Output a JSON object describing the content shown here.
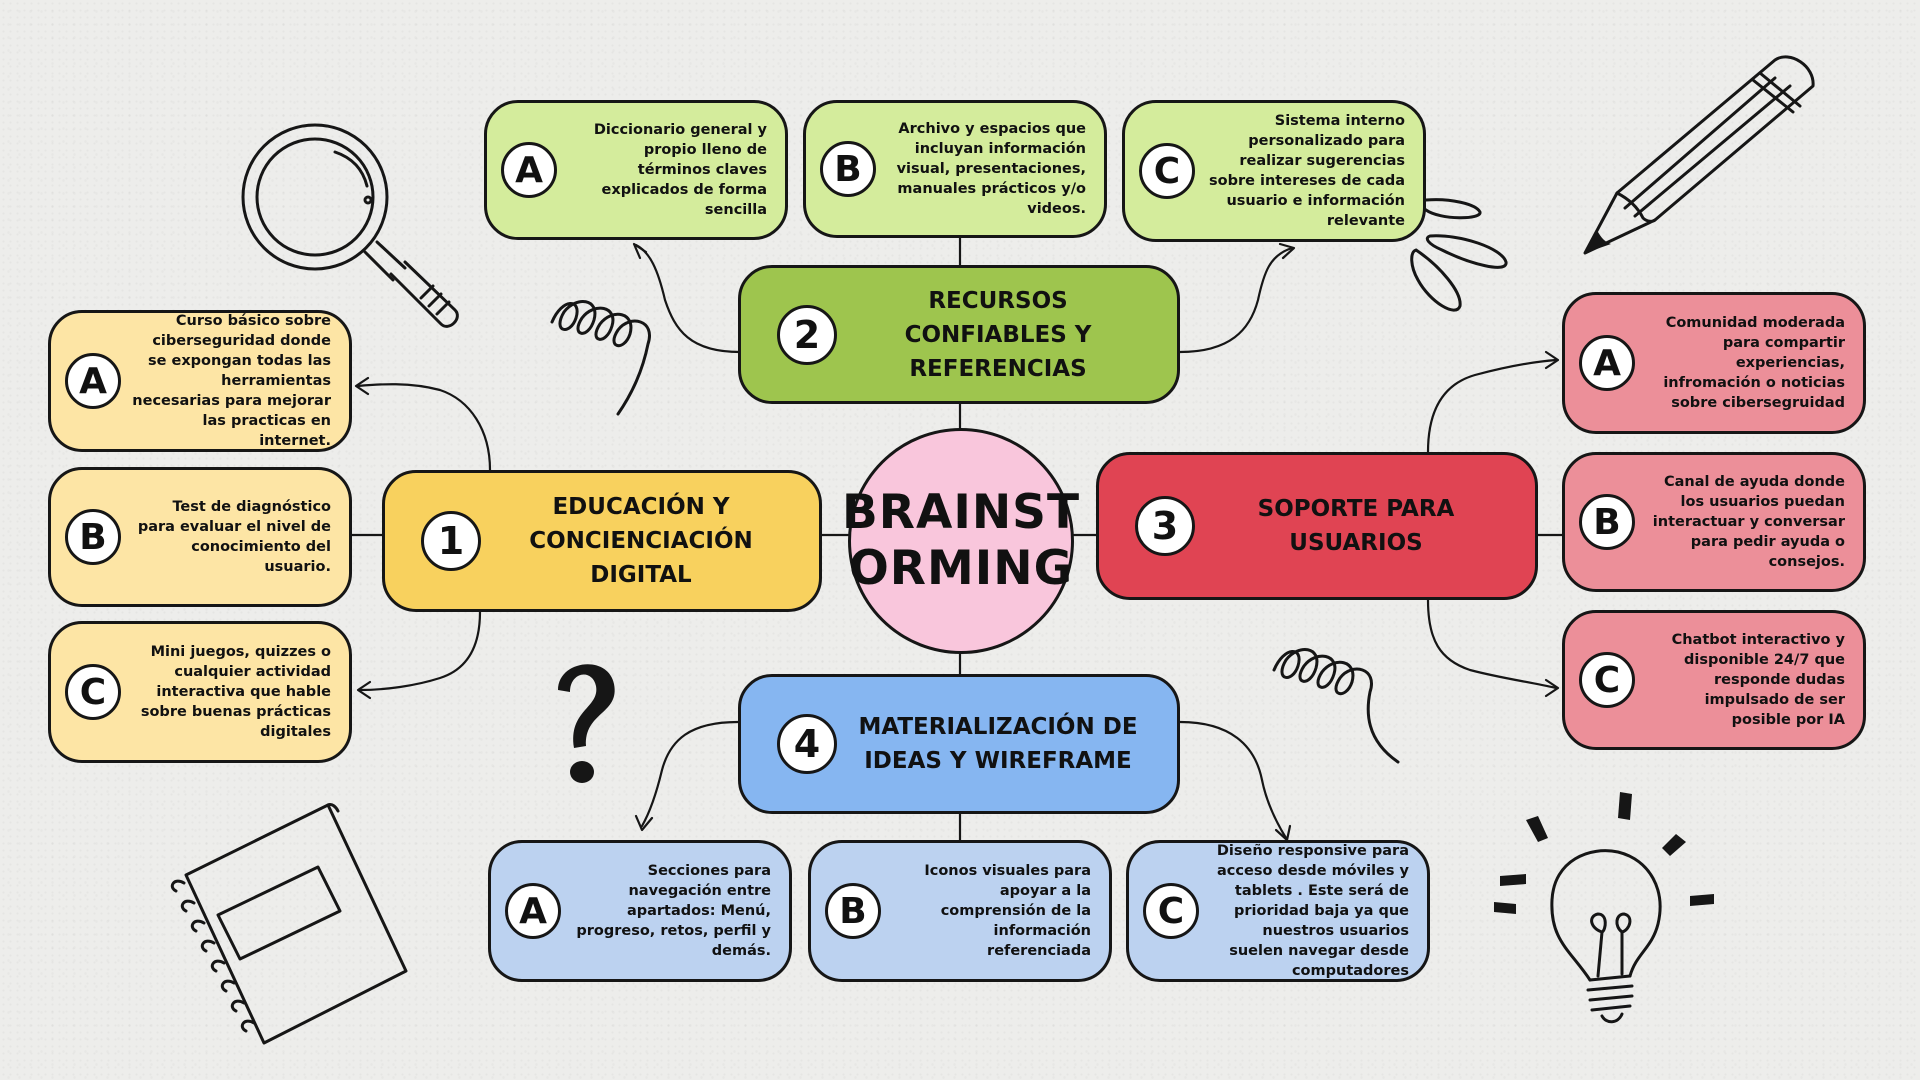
{
  "center": {
    "line1": "BRAINST",
    "line2": "ORMING"
  },
  "colors": {
    "yellow_main": "#f8d15e",
    "yellow_sub": "#fde5a5",
    "green_main": "#9ec54e",
    "green_sub": "#d4ec9c",
    "red_main": "#e04453",
    "red_sub": "#ec8f99",
    "blue_main": "#86b6f1",
    "blue_sub": "#bcd2f0",
    "center": "#f9c6dc"
  },
  "topics": [
    {
      "number": "1",
      "title": "EDUCACIÓN Y CONCIENCIACIÓN DIGITAL",
      "items": [
        {
          "letter": "A",
          "text": "Curso básico sobre ciberseguridad donde se expongan todas las herramientas necesarias para mejorar las practicas en internet."
        },
        {
          "letter": "B",
          "text": "Test de diagnóstico para evaluar el nivel de conocimiento del usuario."
        },
        {
          "letter": "C",
          "text": "Mini juegos, quizzes o cualquier actividad interactiva que hable sobre buenas prácticas digitales"
        }
      ]
    },
    {
      "number": "2",
      "title": "RECURSOS CONFIABLES Y REFERENCIAS",
      "items": [
        {
          "letter": "A",
          "text": "Diccionario general y propio lleno de términos claves explicados de forma sencilla"
        },
        {
          "letter": "B",
          "text": "Archivo y espacios que incluyan información visual, presentaciones, manuales prácticos y/o videos."
        },
        {
          "letter": "C",
          "text": "Sistema interno personalizado para realizar sugerencias sobre intereses de cada usuario e información relevante"
        }
      ]
    },
    {
      "number": "3",
      "title": "SOPORTE PARA USUARIOS",
      "items": [
        {
          "letter": "A",
          "text": "Comunidad moderada para compartir experiencias, infromación o noticias sobre cibersegruidad"
        },
        {
          "letter": "B",
          "text": "Canal de ayuda donde los usuarios puedan interactuar y conversar para pedir ayuda o consejos."
        },
        {
          "letter": "C",
          "text": "Chatbot interactivo y disponible 24/7  que responde dudas impulsado de ser posible por IA"
        }
      ]
    },
    {
      "number": "4",
      "title": "MATERIALIZACIÓN DE IDEAS Y WIREFRAME",
      "items": [
        {
          "letter": "A",
          "text": "Secciones para navegación entre apartados: Menú, progreso, retos, perfil y demás."
        },
        {
          "letter": "B",
          "text": "Iconos visuales para apoyar a la comprensión de la información referenciada"
        },
        {
          "letter": "C",
          "text": "Diseño responsive para acceso desde móviles y tablets . Este será de prioridad baja ya que nuestros usuarios suelen navegar desde computadores"
        }
      ]
    }
  ],
  "decorations": [
    "magnifier-icon",
    "pencil-icon",
    "question-mark-icon",
    "notebook-icon",
    "lightbulb-icon",
    "spiral-doodle",
    "splash-doodle"
  ]
}
